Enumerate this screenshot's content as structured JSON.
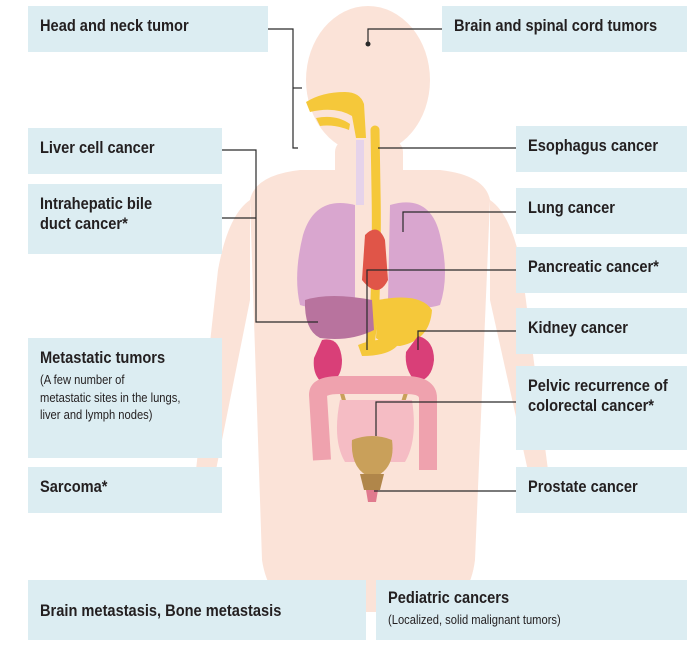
{
  "labels": {
    "head_neck": "Head and neck tumor",
    "liver_cell": "Liver cell cancer",
    "intrahepatic": "Intrahepatic bile duct cancer*",
    "metastatic_title": "Metastatic tumors",
    "metastatic_note": "(A few number of\nmetastatic sites in the lungs,\nliver and lymph nodes)",
    "sarcoma": "Sarcoma*",
    "brain_bone_metastasis": "Brain metastasis,  Bone metastasis",
    "brain_spinal": "Brain and spinal cord tumors",
    "esophagus": "Esophagus cancer",
    "lung": "Lung cancer",
    "pancreatic": "Pancreatic cancer*",
    "kidney": "Kidney cancer",
    "pelvic": "Pelvic recurrence of colorectal cancer*",
    "prostate": "Prostate cancer",
    "pediatric_title": "Pediatric cancers",
    "pediatric_note": "(Localized, solid malignant tumors)"
  },
  "colors": {
    "box_fill": "#dcedf2",
    "body_skin": "#fbe3d8",
    "lungs": "#d9a6cf",
    "liver": "#b8739e",
    "kidneys": "#d93f78",
    "intestines": "#efa2ae",
    "esophagus": "#f5c83a",
    "bladder_prostate": "#c9a05a",
    "heart": "#e05548"
  }
}
